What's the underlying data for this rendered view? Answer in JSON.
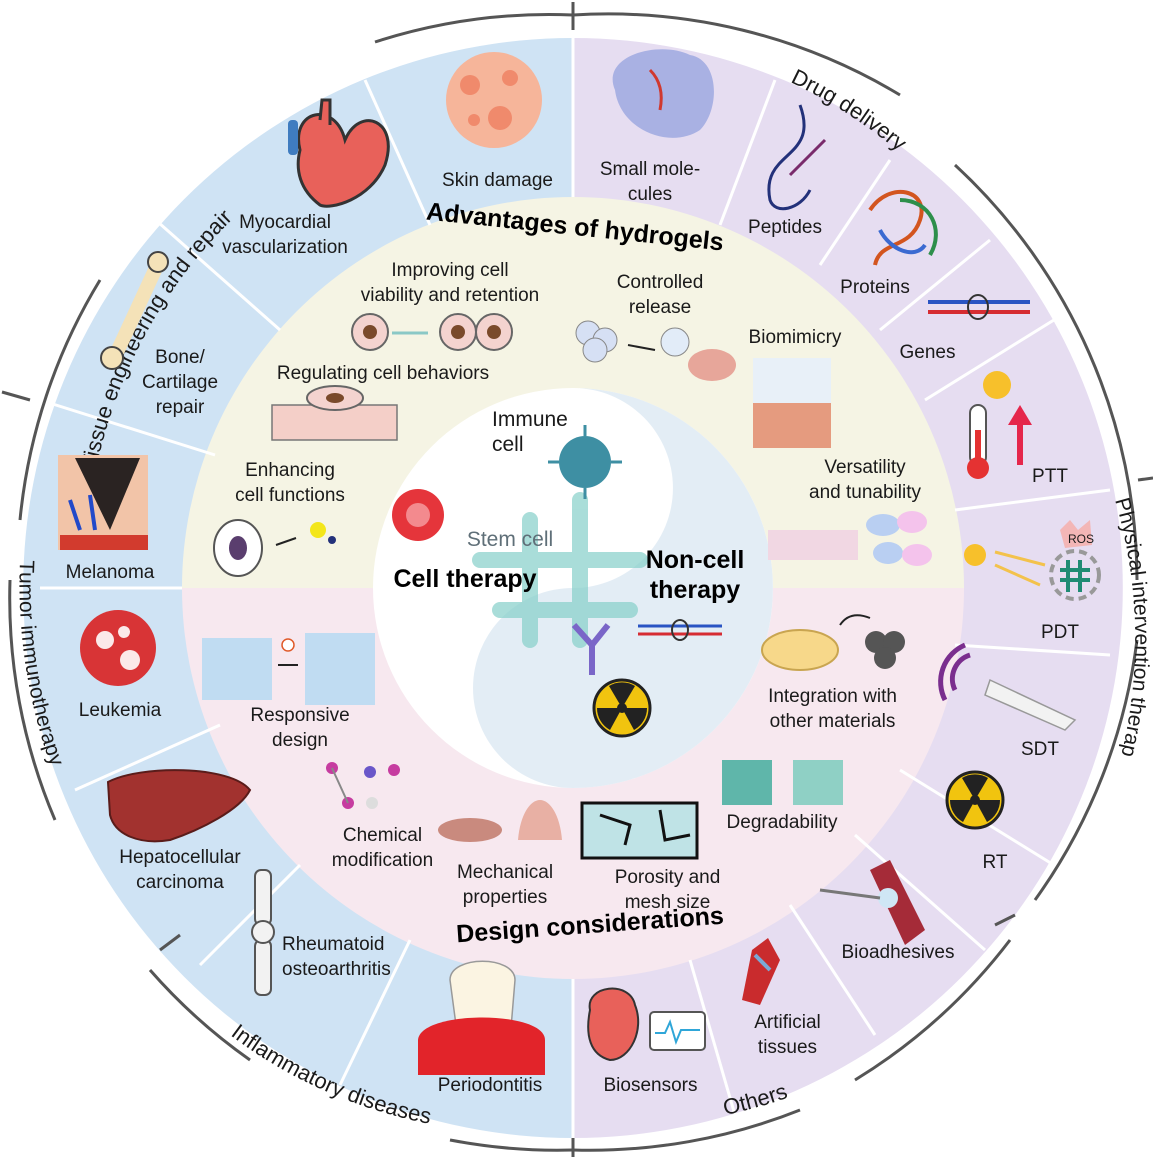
{
  "outer_categories": {
    "tissue": "Tissue engineering and repair",
    "drug": "Drug delivery",
    "physical": "Physical intervention therapy",
    "others": "Others",
    "inflammatory": "Inflammatory diseases",
    "tumor": "Tumor immunotherapy"
  },
  "applications": {
    "skin_damage": "Skin damage",
    "myocardial": [
      "Myocardial",
      "vascularization"
    ],
    "bone": [
      "Bone/",
      "Cartilage",
      "repair"
    ],
    "melanoma": "Melanoma",
    "leukemia": "Leukemia",
    "hepatocellular": [
      "Hepatocellular",
      "carcinoma"
    ],
    "rheumatoid": [
      "Rheumatoid",
      "osteoarthritis"
    ],
    "periodontitis": "Periodontitis",
    "small_molecules": [
      "Small mole-",
      "cules"
    ],
    "peptides": "Peptides",
    "proteins": "Proteins",
    "genes": "Genes",
    "ptt": "PTT",
    "pdt": "PDT",
    "ros": "ROS",
    "sdt": "SDT",
    "rt": "RT",
    "bioadhesives": "Bioadhesives",
    "artificial_tissues": [
      "Artificial",
      "tissues"
    ],
    "biosensors": "Biosensors"
  },
  "advantages": {
    "title": "Advantages of hydrogels",
    "improving": [
      "Improving cell",
      "viability and retention"
    ],
    "controlled": [
      "Controlled",
      "release"
    ],
    "biomimicry": "Biomimicry",
    "regulating": "Regulating cell behaviors",
    "enhancing": [
      "Enhancing",
      "cell functions"
    ],
    "versatility": [
      "Versatility",
      "and tunability"
    ]
  },
  "design": {
    "title": "Design considerations",
    "responsive": [
      "Responsive",
      "design"
    ],
    "chemical": [
      "Chemical",
      "modification"
    ],
    "mechanical": [
      "Mechanical",
      "properties"
    ],
    "porosity": [
      "Porosity and",
      "mesh size"
    ],
    "degradability": "Degradability",
    "integration": [
      "Integration with",
      "other materials"
    ]
  },
  "center": {
    "immune": [
      "Immune",
      "cell"
    ],
    "stem": "Stem cell",
    "cell_therapy": "Cell therapy",
    "non_cell": [
      "Non-cell",
      "therapy"
    ]
  },
  "colors": {
    "blue_sector": "#cfe3f4",
    "purple_sector": "#e6ddf1",
    "cream_ring": "#f5f4e4",
    "pink_ring": "#f7e8ef",
    "center": "#ffffff",
    "outer_ring": "#555555"
  }
}
